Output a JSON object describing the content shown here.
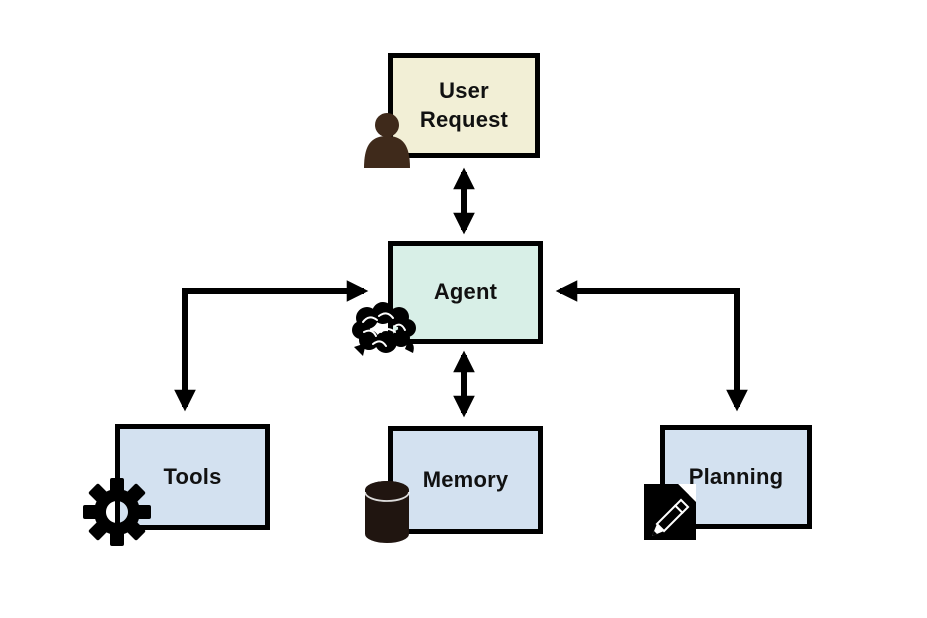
{
  "diagram": {
    "nodes": {
      "user_request": {
        "label": "User Request",
        "icon": "person-icon"
      },
      "agent": {
        "label": "Agent",
        "icon": "brain-icon"
      },
      "tools": {
        "label": "Tools",
        "icon": "gear-icon"
      },
      "memory": {
        "label": "Memory",
        "icon": "database-icon"
      },
      "planning": {
        "label": "Planning",
        "icon": "note-pencil-icon"
      }
    },
    "connectors": [
      {
        "from": "user_request",
        "to": "agent",
        "style": "bidirectional-straight"
      },
      {
        "from": "agent",
        "to": "memory",
        "style": "bidirectional-straight"
      },
      {
        "from": "agent",
        "to": "tools",
        "style": "bidirectional-elbow"
      },
      {
        "from": "agent",
        "to": "planning",
        "style": "bidirectional-elbow"
      }
    ],
    "colors": {
      "background": "#FFFFFF",
      "border": "#000000",
      "arrow": "#000000",
      "text": "#111111",
      "user_request_fill": "#F2EFD6",
      "agent_fill": "#D8EFE7",
      "tools_fill": "#D3E1F0",
      "memory_fill": "#D3E1F0",
      "planning_fill": "#D3E1F0",
      "person_icon": "#3F2A1B",
      "database_icon": "#201510"
    }
  }
}
